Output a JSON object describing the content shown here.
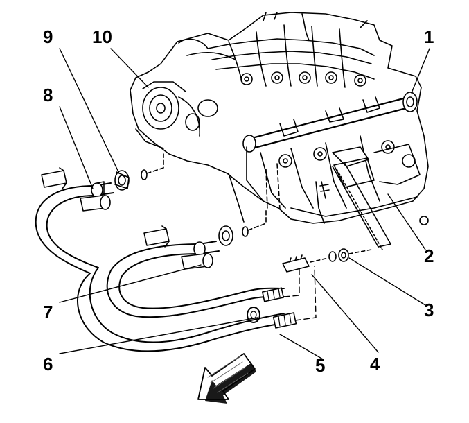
{
  "callouts": {
    "c1": "1",
    "c2": "2",
    "c3": "3",
    "c4": "4",
    "c5": "5",
    "c6": "6",
    "c7": "7",
    "c8": "8",
    "c9": "9",
    "c10": "10"
  },
  "colors": {
    "ink": "#000000",
    "paper": "#ffffff"
  },
  "icons": {
    "front_arrow": "front-direction-arrow-icon"
  }
}
